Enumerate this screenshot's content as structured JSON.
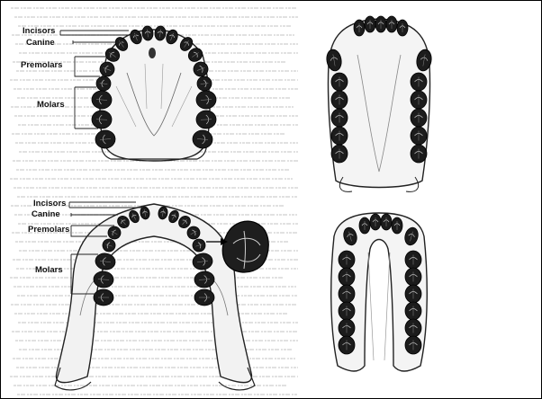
{
  "figure": {
    "upper_labels": {
      "incisors": "Incisors",
      "canine": "Canine",
      "premolars": "Premolars",
      "molars": "Molars"
    },
    "lower_labels": {
      "incisors": "Incisors",
      "canine": "Canine",
      "premolars": "Premolars",
      "molars": "Molars"
    }
  }
}
